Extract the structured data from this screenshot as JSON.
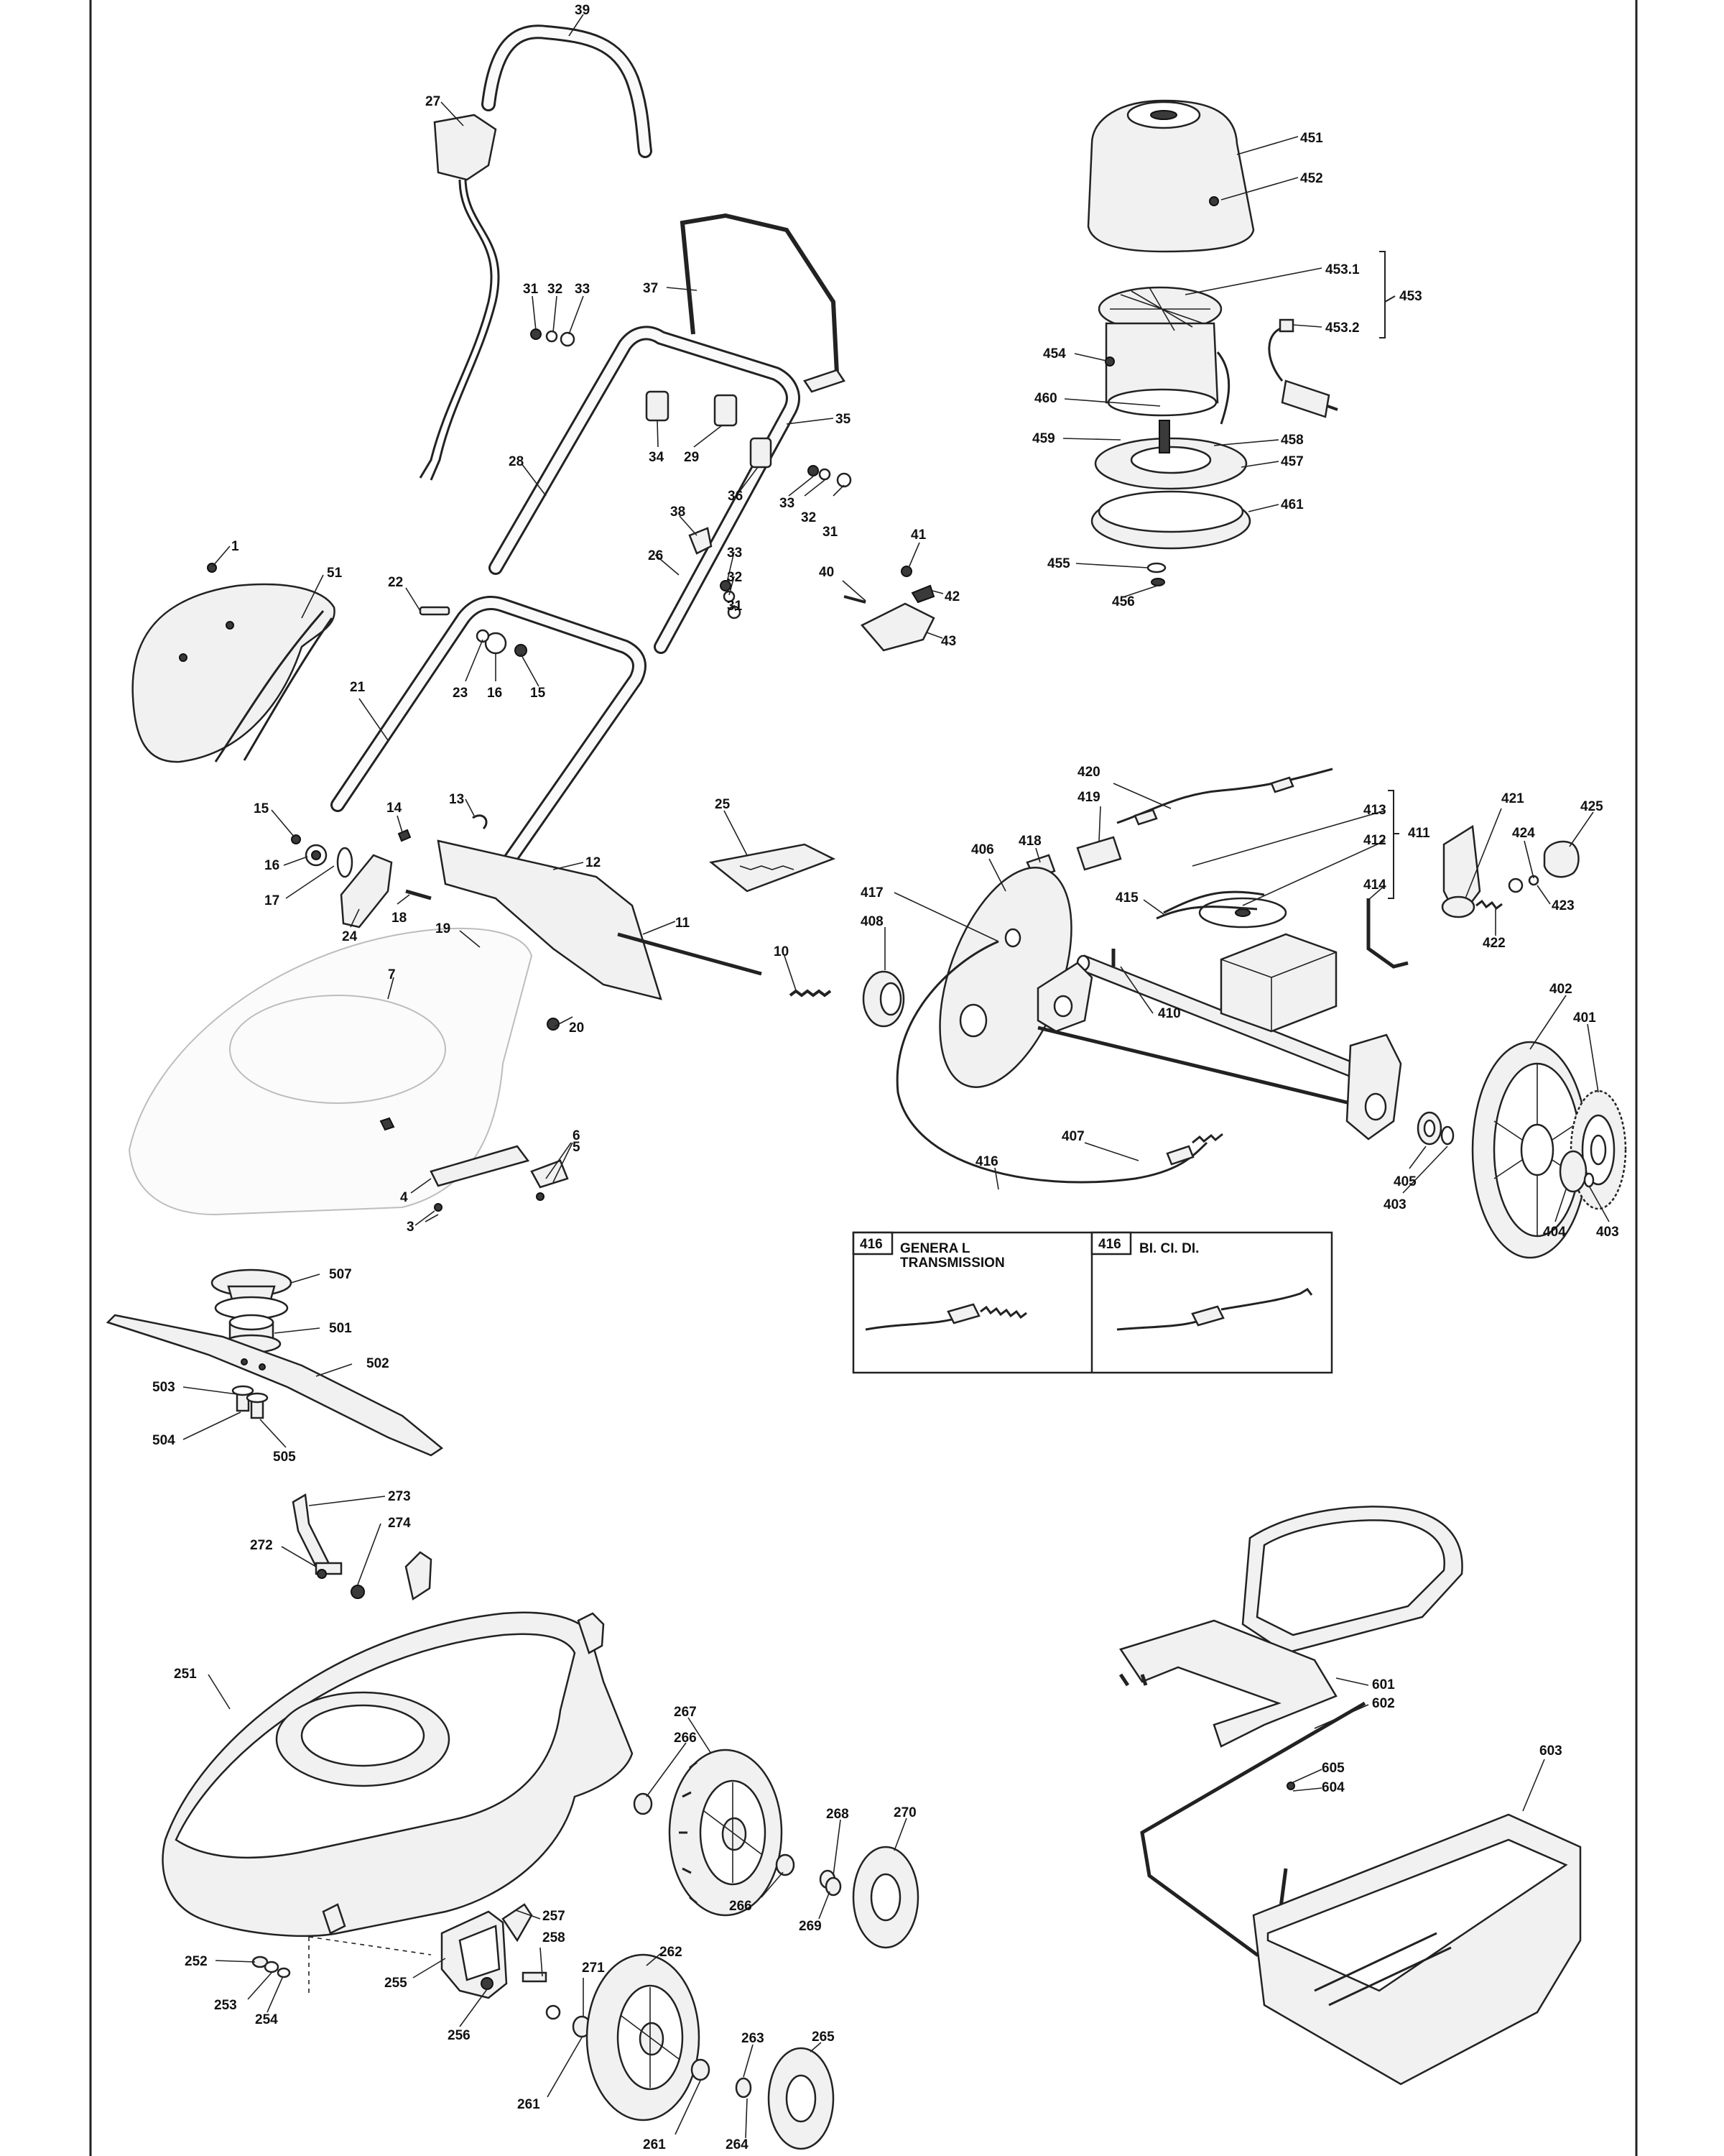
{
  "labels": {
    "l39": "39",
    "l27": "27",
    "l37": "37",
    "l31a": "31",
    "l32a": "32",
    "l33a": "33",
    "l34": "34",
    "l29": "29",
    "l35": "35",
    "l36": "36",
    "l33b": "33",
    "l32b": "32",
    "l31b": "31",
    "l28": "28",
    "l38": "38",
    "l26": "26",
    "l33c": "33",
    "l32c": "32",
    "l31c": "31",
    "l41": "41",
    "l40": "40",
    "l42": "42",
    "l43": "43",
    "l1": "1",
    "l51": "51",
    "l22": "22",
    "l23": "23",
    "l16a": "16",
    "l15a": "15",
    "l21": "21",
    "l15b": "15",
    "l16b": "16",
    "l17": "17",
    "l14": "14",
    "l13": "13",
    "l25": "25",
    "l12": "12",
    "l18": "18",
    "l24": "24",
    "l19": "19",
    "l11": "11",
    "l10": "10",
    "l7": "7",
    "l20": "20",
    "l6": "6",
    "l5": "5",
    "l4": "4",
    "l3": "3",
    "l451": "451",
    "l452": "452",
    "l4531": "453.1",
    "l453": "453",
    "l4532": "453.2",
    "l454": "454",
    "l460": "460",
    "l459": "459",
    "l458": "458",
    "l457": "457",
    "l461": "461",
    "l455": "455",
    "l456": "456",
    "l420": "420",
    "l419": "419",
    "l418": "418",
    "l406": "406",
    "l417": "417",
    "l408": "408",
    "l413": "413",
    "l412": "412",
    "l411": "411",
    "l414": "414",
    "l415": "415",
    "l410": "410",
    "l421": "421",
    "l424": "424",
    "l425": "425",
    "l423": "423",
    "l422": "422",
    "l402": "402",
    "l401": "401",
    "l407": "407",
    "l416": "416",
    "l405": "405",
    "l403a": "403",
    "l404": "404",
    "l403b": "403",
    "l507": "507",
    "l501": "501",
    "l502": "502",
    "l503": "503",
    "l504": "504",
    "l505": "505",
    "l273": "273",
    "l274": "274",
    "l272": "272",
    "l251": "251",
    "l267": "267",
    "l266a": "266",
    "l268": "268",
    "l270": "270",
    "l266b": "266",
    "l269": "269",
    "l257": "257",
    "l258": "258",
    "l255": "255",
    "l252": "252",
    "l253": "253",
    "l254": "254",
    "l256": "256",
    "l271": "271",
    "l262": "262",
    "l263": "263",
    "l265": "265",
    "l261a": "261",
    "l261b": "261",
    "l264": "264",
    "l601": "601",
    "l602": "602",
    "l605": "605",
    "l604": "604",
    "l603": "603"
  },
  "inset": {
    "left": {
      "code": "416",
      "title_line1": "GENERA L",
      "title_line2": "TRANSMISSION"
    },
    "right": {
      "code": "416",
      "title_line1": "BI. CI. DI."
    }
  }
}
